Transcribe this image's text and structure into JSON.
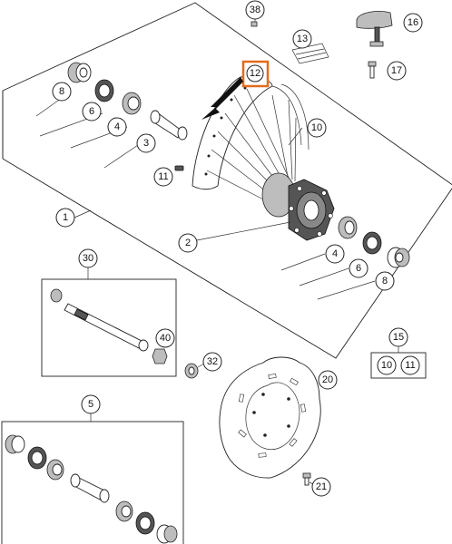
{
  "callouts": {
    "c38": "38",
    "c16": "16",
    "c13": "13",
    "c17": "17",
    "c12": "12",
    "c8a": "8",
    "c6a": "6",
    "c4a": "4",
    "c3": "3",
    "c10": "10",
    "c11": "11",
    "c1": "1",
    "c2": "2",
    "c4b": "4",
    "c6b": "6",
    "c8b": "8",
    "c30": "30",
    "c40": "40",
    "c32": "32",
    "c15": "15",
    "c15_10": "10",
    "c15_11": "11",
    "c20": "20",
    "c5": "5",
    "c21": "21"
  },
  "colors": {
    "highlight": "#e36b1c",
    "arrow": "#111111"
  }
}
